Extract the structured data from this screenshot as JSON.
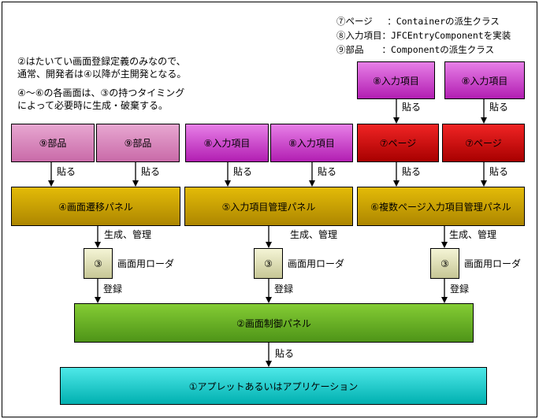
{
  "legend": [
    "⑦ページ　 ：Containerの派生クラス",
    "⑧入力項目：JFCEntryComponentを実装",
    "⑨部品　　：Componentの派生クラス"
  ],
  "notes": [
    "②はたいてい画面登録定義のみなので、\n通常、開発者は④以降が主開発となる。",
    "④～⑥の各画面は、③の持つタイミング\nによって必要時に生成・破棄する。"
  ],
  "boxes": {
    "input_top_1": "⑧入力項目",
    "input_top_2": "⑧入力項目",
    "part_1": "⑨部品",
    "part_2": "⑨部品",
    "input_mid_1": "⑧入力項目",
    "input_mid_2": "⑧入力項目",
    "page_1": "⑦ページ",
    "page_2": "⑦ページ",
    "panel_4": "④画面遷移パネル",
    "panel_5": "⑤入力項目管理パネル",
    "panel_6": "⑥複数ページ入力項目管理パネル",
    "loader_1": "③",
    "loader_2": "③",
    "loader_3": "③",
    "control_panel": "②画面制御パネル",
    "applet": "①アプレットあるいはアプリケーション"
  },
  "labels": {
    "paste": "貼る",
    "create_manage": "生成、管理",
    "screen_loader": "画面用ローダ",
    "register": "登録"
  },
  "colors": {
    "part": "#d98dc0",
    "input": "#cc44cc",
    "page": "#d01010",
    "panel": "#cca000",
    "loader": "#e0e0b8",
    "control": "#66b226",
    "applet": "#22cccc"
  }
}
